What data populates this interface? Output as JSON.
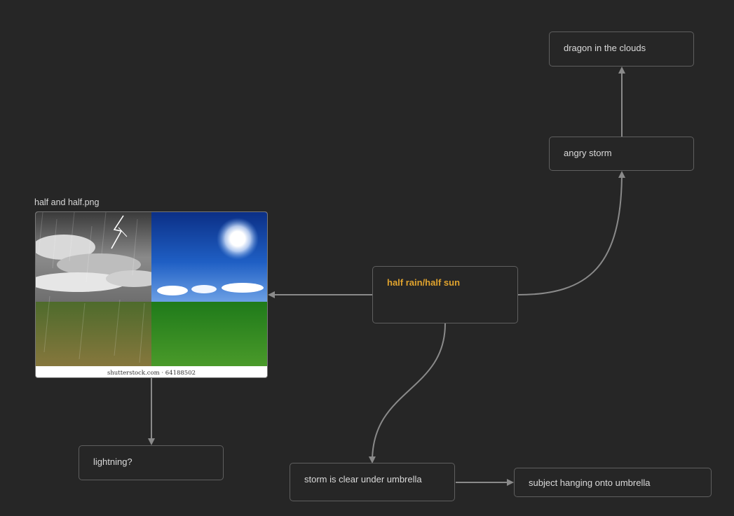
{
  "canvas": {
    "background": "#262626",
    "accent_color": "#e0a32e"
  },
  "image_node": {
    "filename": "half and half.png",
    "watermark": "shutterstock.com · 64188502",
    "left_half": "rain",
    "right_half": "sun"
  },
  "nodes": {
    "central": "half rain/half sun",
    "angry_storm": "angry storm",
    "dragon": "dragon in the clouds",
    "lightning": "lightning?",
    "storm_clear": "storm is clear under umbrella",
    "subject_hanging": "subject hanging onto umbrella"
  }
}
